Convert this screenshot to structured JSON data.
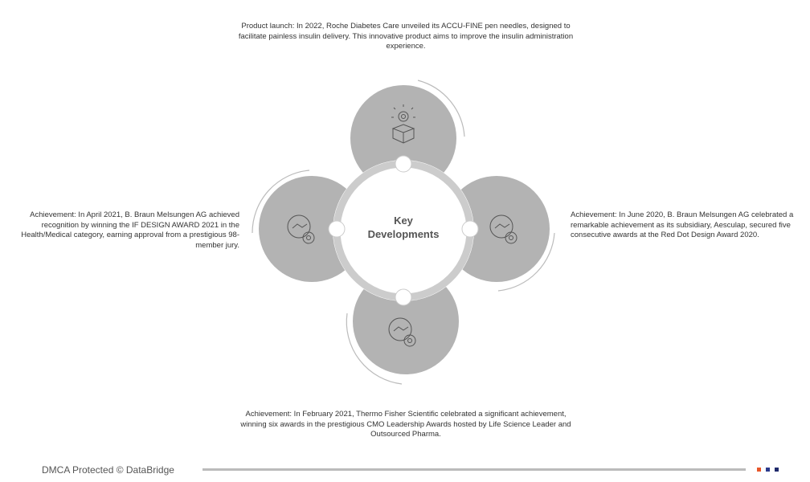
{
  "center": {
    "line1": "Key",
    "line2": "Developments"
  },
  "items": [
    {
      "position": "top",
      "icon": "lightbulb-box-icon",
      "text": "Product launch: In 2022, Roche Diabetes Care unveiled its ACCU-FINE pen needles, designed to facilitate painless insulin delivery. This innovative product aims to improve the insulin administration experience."
    },
    {
      "position": "left",
      "icon": "handshake-gear-icon",
      "text": "Achievement: In April 2021, B. Braun Melsungen AG achieved recognition by winning the IF DESIGN AWARD 2021 in the Health/Medical category, earning approval from a prestigious 98-member jury."
    },
    {
      "position": "right",
      "icon": "handshake-gear-icon",
      "text": "Achievement: In June 2020, B. Braun Melsungen AG celebrated a remarkable achievement as its subsidiary, Aesculap, secured five consecutive awards at the Red Dot Design Award 2020."
    },
    {
      "position": "bottom",
      "icon": "handshake-gear-icon",
      "text": "Achievement: In February 2021, Thermo Fisher Scientific celebrated a significant achievement, winning six awards in the prestigious CMO Leadership Awards hosted by Life Science Leader and Outsourced Pharma."
    }
  ],
  "footer": {
    "text": "DMCA Protected © DataBridge",
    "colors": [
      "#e8572a",
      "#2b3a8c",
      "#1f2a6b"
    ]
  }
}
